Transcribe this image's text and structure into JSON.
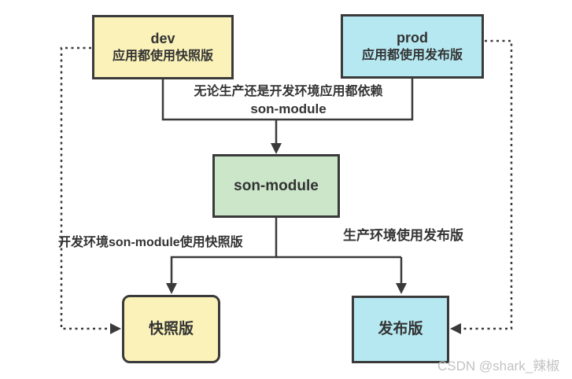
{
  "diagram": {
    "nodes": {
      "dev": {
        "title": "dev",
        "subtitle": "应用都使用快照版"
      },
      "prod": {
        "title": "prod",
        "subtitle": "应用都使用发布版"
      },
      "son": {
        "label": "son-module"
      },
      "snapshot": {
        "label": "快照版"
      },
      "release": {
        "label": "发布版"
      }
    },
    "annotations": {
      "dependency_line1": "无论生产还是开发环境应用都依赖",
      "dependency_line2": "son-module",
      "dev_usage": "开发环境son-module使用快照版",
      "prod_usage": "生产环境使用发布版"
    },
    "colors": {
      "snapshot_yellow": "#faf2b8",
      "release_cyan": "#b6e8f1",
      "module_green": "#cbe6c9",
      "line_dark": "#3a3a3a",
      "watermark_gray": "#c2c2c2"
    },
    "watermark": "CSDN @shark_辣椒"
  }
}
